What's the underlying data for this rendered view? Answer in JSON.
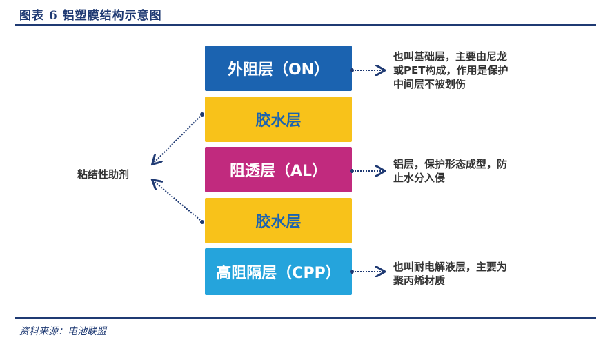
{
  "figure": {
    "title": "图表 6   铝塑膜结构示意图",
    "source": "资料来源：电池联盟"
  },
  "layers": [
    {
      "label": "外阻层（ON）",
      "color": "#1b63b0",
      "text_color": "#ffffff"
    },
    {
      "label": "胶水层",
      "color": "#f8c21a",
      "text_color": "#1b63b0"
    },
    {
      "label": "阻透层（AL）",
      "color": "#c12a7e",
      "text_color": "#ffffff"
    },
    {
      "label": "胶水层",
      "color": "#f8c21a",
      "text_color": "#1b63b0"
    },
    {
      "label": "高阻隔层（CPP）",
      "color": "#25a4dc",
      "text_color": "#ffffff"
    }
  ],
  "descriptions": {
    "outer": [
      "也叫基础层，主要由尼龙",
      "或PET构成，作用是保护",
      "中间层不被划伤"
    ],
    "barrier": [
      "铝层，保护形态成型，防",
      "止水分入侵"
    ],
    "inner": [
      "也叫耐电解液层，主要为",
      "聚丙烯材质"
    ]
  },
  "adhesive_label": "粘结性助剂",
  "colors": {
    "rule": "#1f3a73",
    "arrow": "#1f3a73"
  }
}
